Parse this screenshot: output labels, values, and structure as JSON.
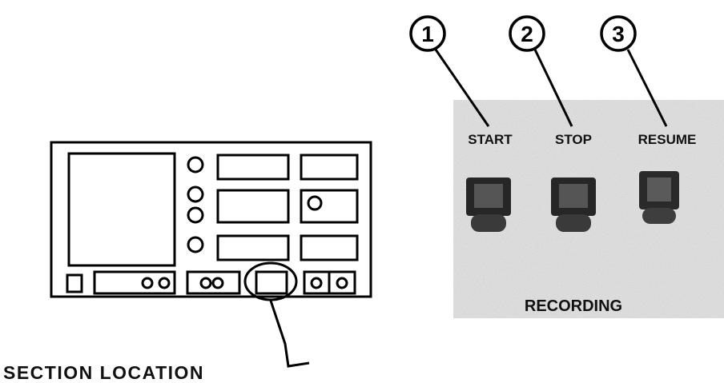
{
  "section_location_label": "SECTION LOCATION",
  "callouts": [
    {
      "number": "1",
      "button_label": "START"
    },
    {
      "number": "2",
      "button_label": "STOP"
    },
    {
      "number": "3",
      "button_label": "RESUME"
    }
  ],
  "panel_label": "RECORDING"
}
